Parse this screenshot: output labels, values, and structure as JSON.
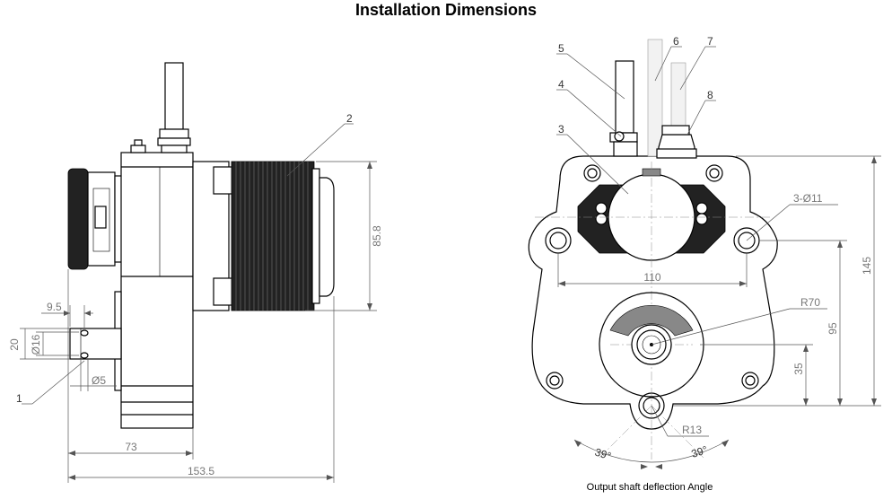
{
  "title": "Installation Dimensions",
  "caption": "Output shaft deflection Angle",
  "side_view": {
    "callouts": [
      "1",
      "2"
    ],
    "dims": {
      "d9_5": "9.5",
      "d20": "20",
      "d16": "Ø16",
      "d5": "Ø5",
      "d73": "73",
      "d153_5": "153.5",
      "d85_8": "85.8"
    }
  },
  "front_view": {
    "callouts": [
      "3",
      "4",
      "5",
      "6",
      "7",
      "8"
    ],
    "dims": {
      "holes": "3-Ø11",
      "d110": "110",
      "r70": "R70",
      "d145": "145",
      "d95": "95",
      "d35": "35",
      "r13": "R13",
      "ang_left": "39°",
      "ang_right": "39°"
    }
  }
}
